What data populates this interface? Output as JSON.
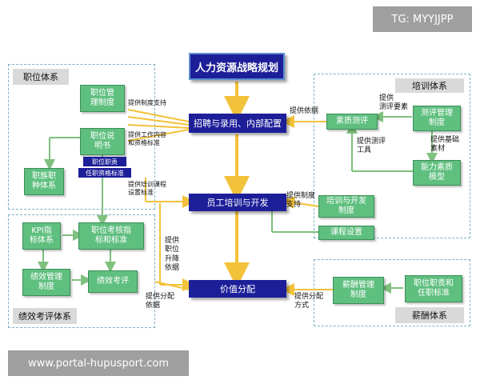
{
  "watermark_top": "TG: MYYJJPP",
  "watermark_bottom": "www.portal-hupusport.com",
  "center": {
    "title": "人力资源战略规划",
    "recruit": "招聘与录用、内部配置",
    "training": "员工培训与开发",
    "value": "价值分配"
  },
  "groups": {
    "position": {
      "title": "职位体系",
      "mgmt": "职位管\n理制度",
      "desc": "职位说\n明书",
      "family": "职族职\n种体系",
      "tag_duty": "职位职责",
      "tag_qual": "任职资格标准"
    },
    "performance": {
      "title": "绩效考评体系",
      "kpi": "KPI指\n标体系",
      "standard": "职位考核指\n标和标准",
      "mgmt": "绩效管理\n制度",
      "eval": "绩效考评"
    },
    "training": {
      "title": "培训体系",
      "assess": "素质测评",
      "eval_mgmt": "测评管理\n制度",
      "model": "能力素质\n模型",
      "dev": "培训与开发\n制度",
      "course": "课程设置"
    },
    "salary": {
      "title": "薪酬体系",
      "mgmt": "薪酬管理\n制度",
      "position": "职位职责和\n任职标准"
    }
  },
  "labels": {
    "sys_support": "提供制度支持",
    "work_content": "提供工作内容\n和资格标准",
    "course_standard": "提供培训课程\n设置标准",
    "pos_promotion": "提供\n职位\n升降\n依据",
    "dist_basis_left": "提供分配\n依据",
    "basis": "提供依据",
    "eval_elements": "提供\n测评要素",
    "eval_tools": "提供测评\n工具",
    "base_material": "提供基础\n素材",
    "sys_support2": "提供制度\n支持",
    "dist_method": "提供分配\n方式"
  },
  "colors": {
    "center_box": "#1d1f99",
    "green_box": "#5fbf7f",
    "main_arrow": "#f2c23a",
    "group_border": "#7fb0c8"
  }
}
